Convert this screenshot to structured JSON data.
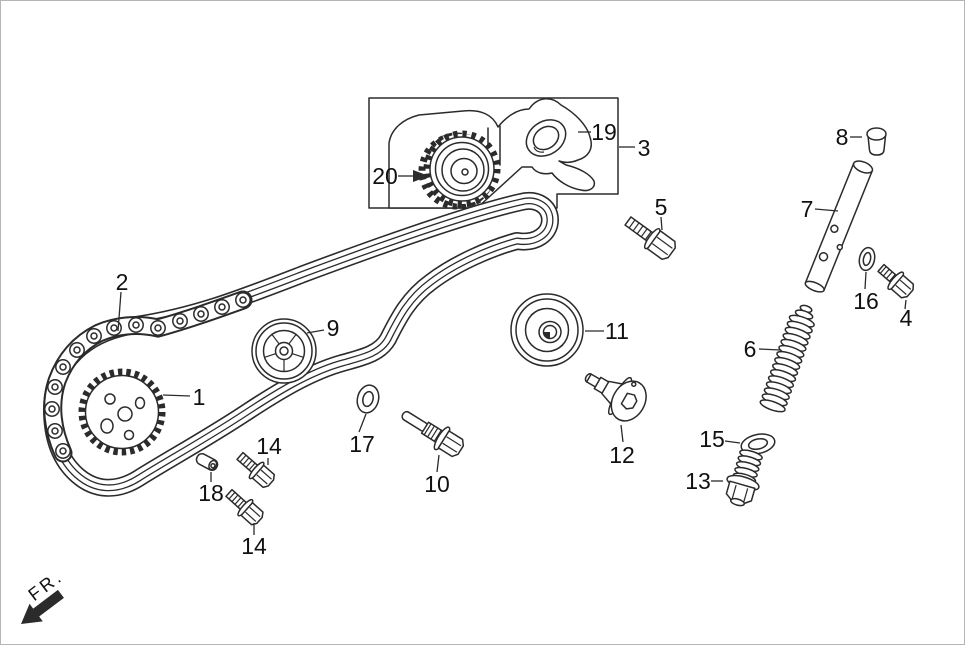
{
  "diagram": {
    "type": "exploded-parts-diagram",
    "direction_marker": "FR.",
    "labels": {
      "p1": "1",
      "p2": "2",
      "p3": "3",
      "p4": "4",
      "p5": "5",
      "p6": "6",
      "p7": "7",
      "p8": "8",
      "p9": "9",
      "p10": "10",
      "p11": "11",
      "p12": "12",
      "p13": "13",
      "p14a": "14",
      "p14b": "14",
      "p15": "15",
      "p16": "16",
      "p17": "17",
      "p18": "18",
      "p19": "19",
      "p20": "20"
    },
    "colors": {
      "background": "#ffffff",
      "line": "#2b2b2b",
      "label_text": "#111111",
      "page_border": "#b5b5b5"
    }
  }
}
